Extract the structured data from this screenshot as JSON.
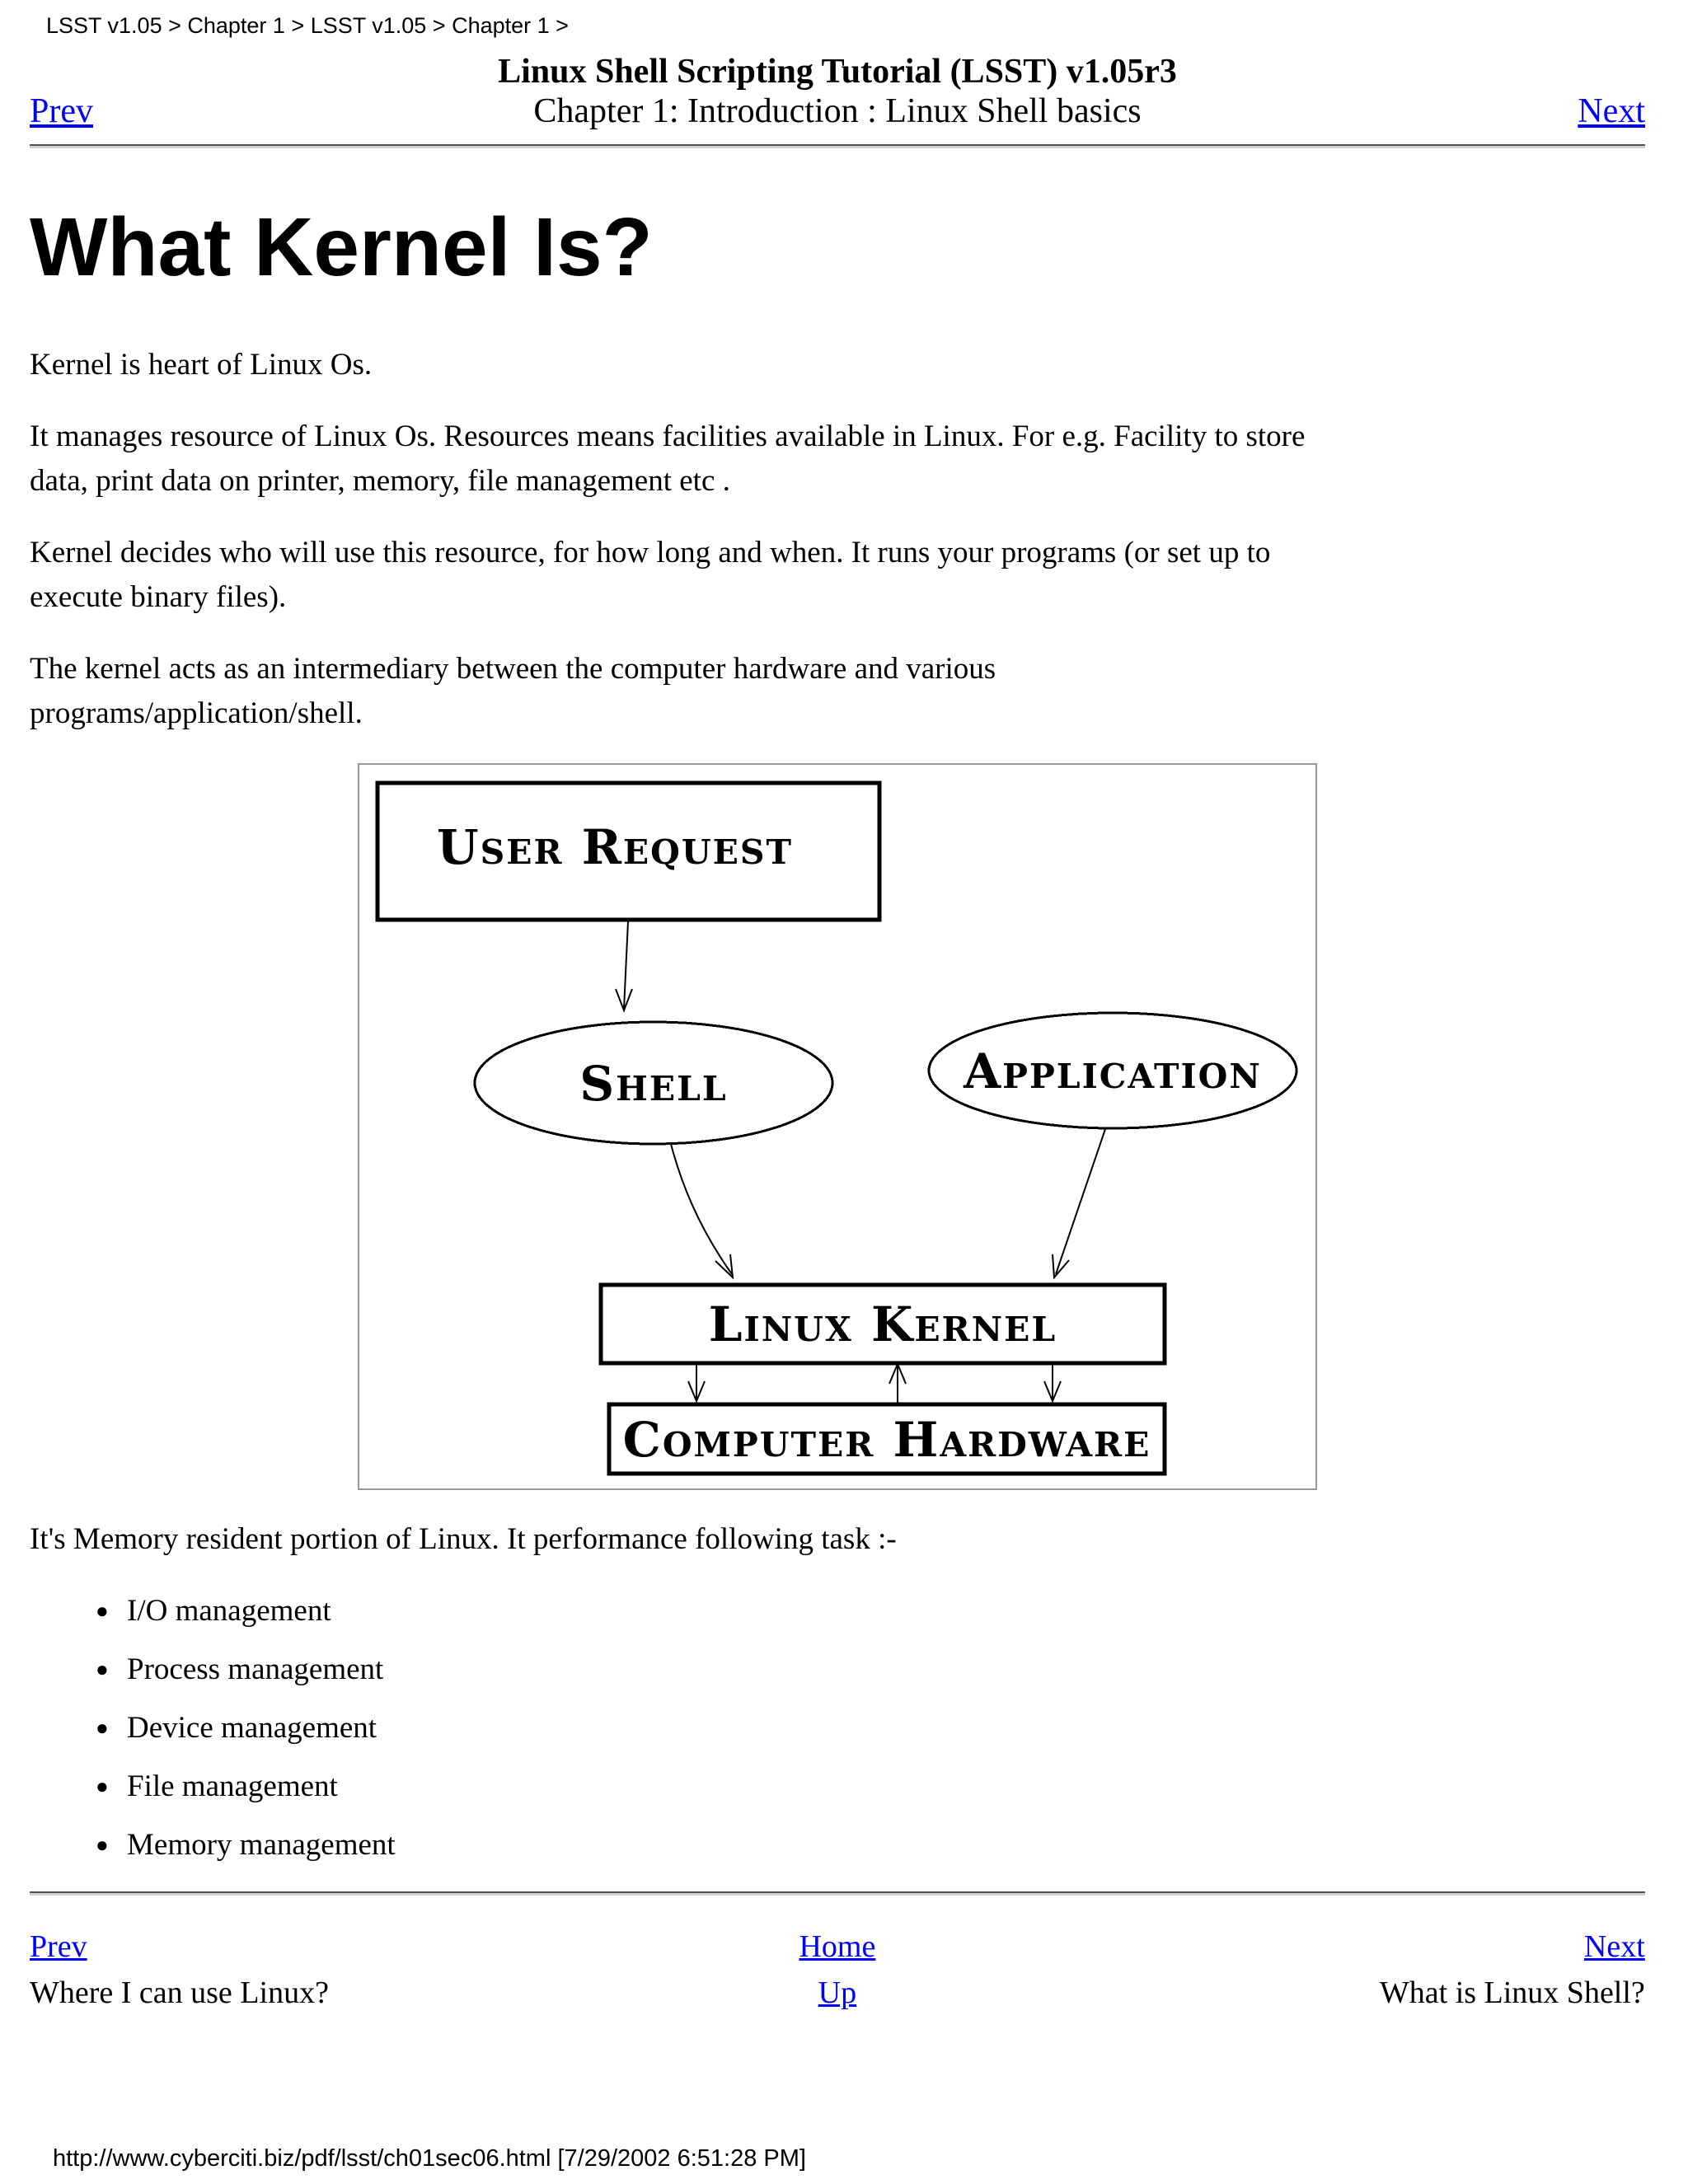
{
  "page": {
    "breadcrumb": "LSST v1.05 > Chapter 1 > LSST v1.05 > Chapter 1 >",
    "header": {
      "prev": "Prev",
      "next": "Next",
      "title": "Linux Shell Scripting Tutorial (LSST) v1.05r3",
      "subtitle": "Chapter 1: Introduction : Linux Shell basics"
    },
    "heading": "What Kernel Is?",
    "paragraphs": {
      "p1": "Kernel is heart of Linux Os.",
      "p2": "It manages resource of Linux Os. Resources means facilities available in Linux. For e.g. Facility to store\ndata, print data on printer, memory, file management etc .",
      "p3": "Kernel decides who will use this resource, for how long and when. It runs your programs (or set up to\nexecute binary files).",
      "p4": "The kernel acts as an intermediary between the computer hardware and various\nprograms/application/shell."
    },
    "diagram": {
      "user_request": "User Request",
      "shell": "Shell",
      "application": "Application",
      "kernel": "Linux Kernel",
      "hardware": "Computer Hardware"
    },
    "tasks_intro": "It's Memory resident portion of Linux. It performance following task :-",
    "tasks": [
      "I/O management",
      "Process management",
      "Device management",
      "File management",
      "Memory management"
    ],
    "footer": {
      "prev": "Prev",
      "prev_title": "Where I can use Linux?",
      "home": "Home",
      "up": "Up",
      "next": "Next",
      "next_title": "What is Linux Shell?"
    },
    "statusline": "http://www.cyberciti.biz/pdf/lsst/ch01sec06.html [7/29/2002 6:51:28 PM]",
    "colors": {
      "link": "#0000ff"
    }
  }
}
